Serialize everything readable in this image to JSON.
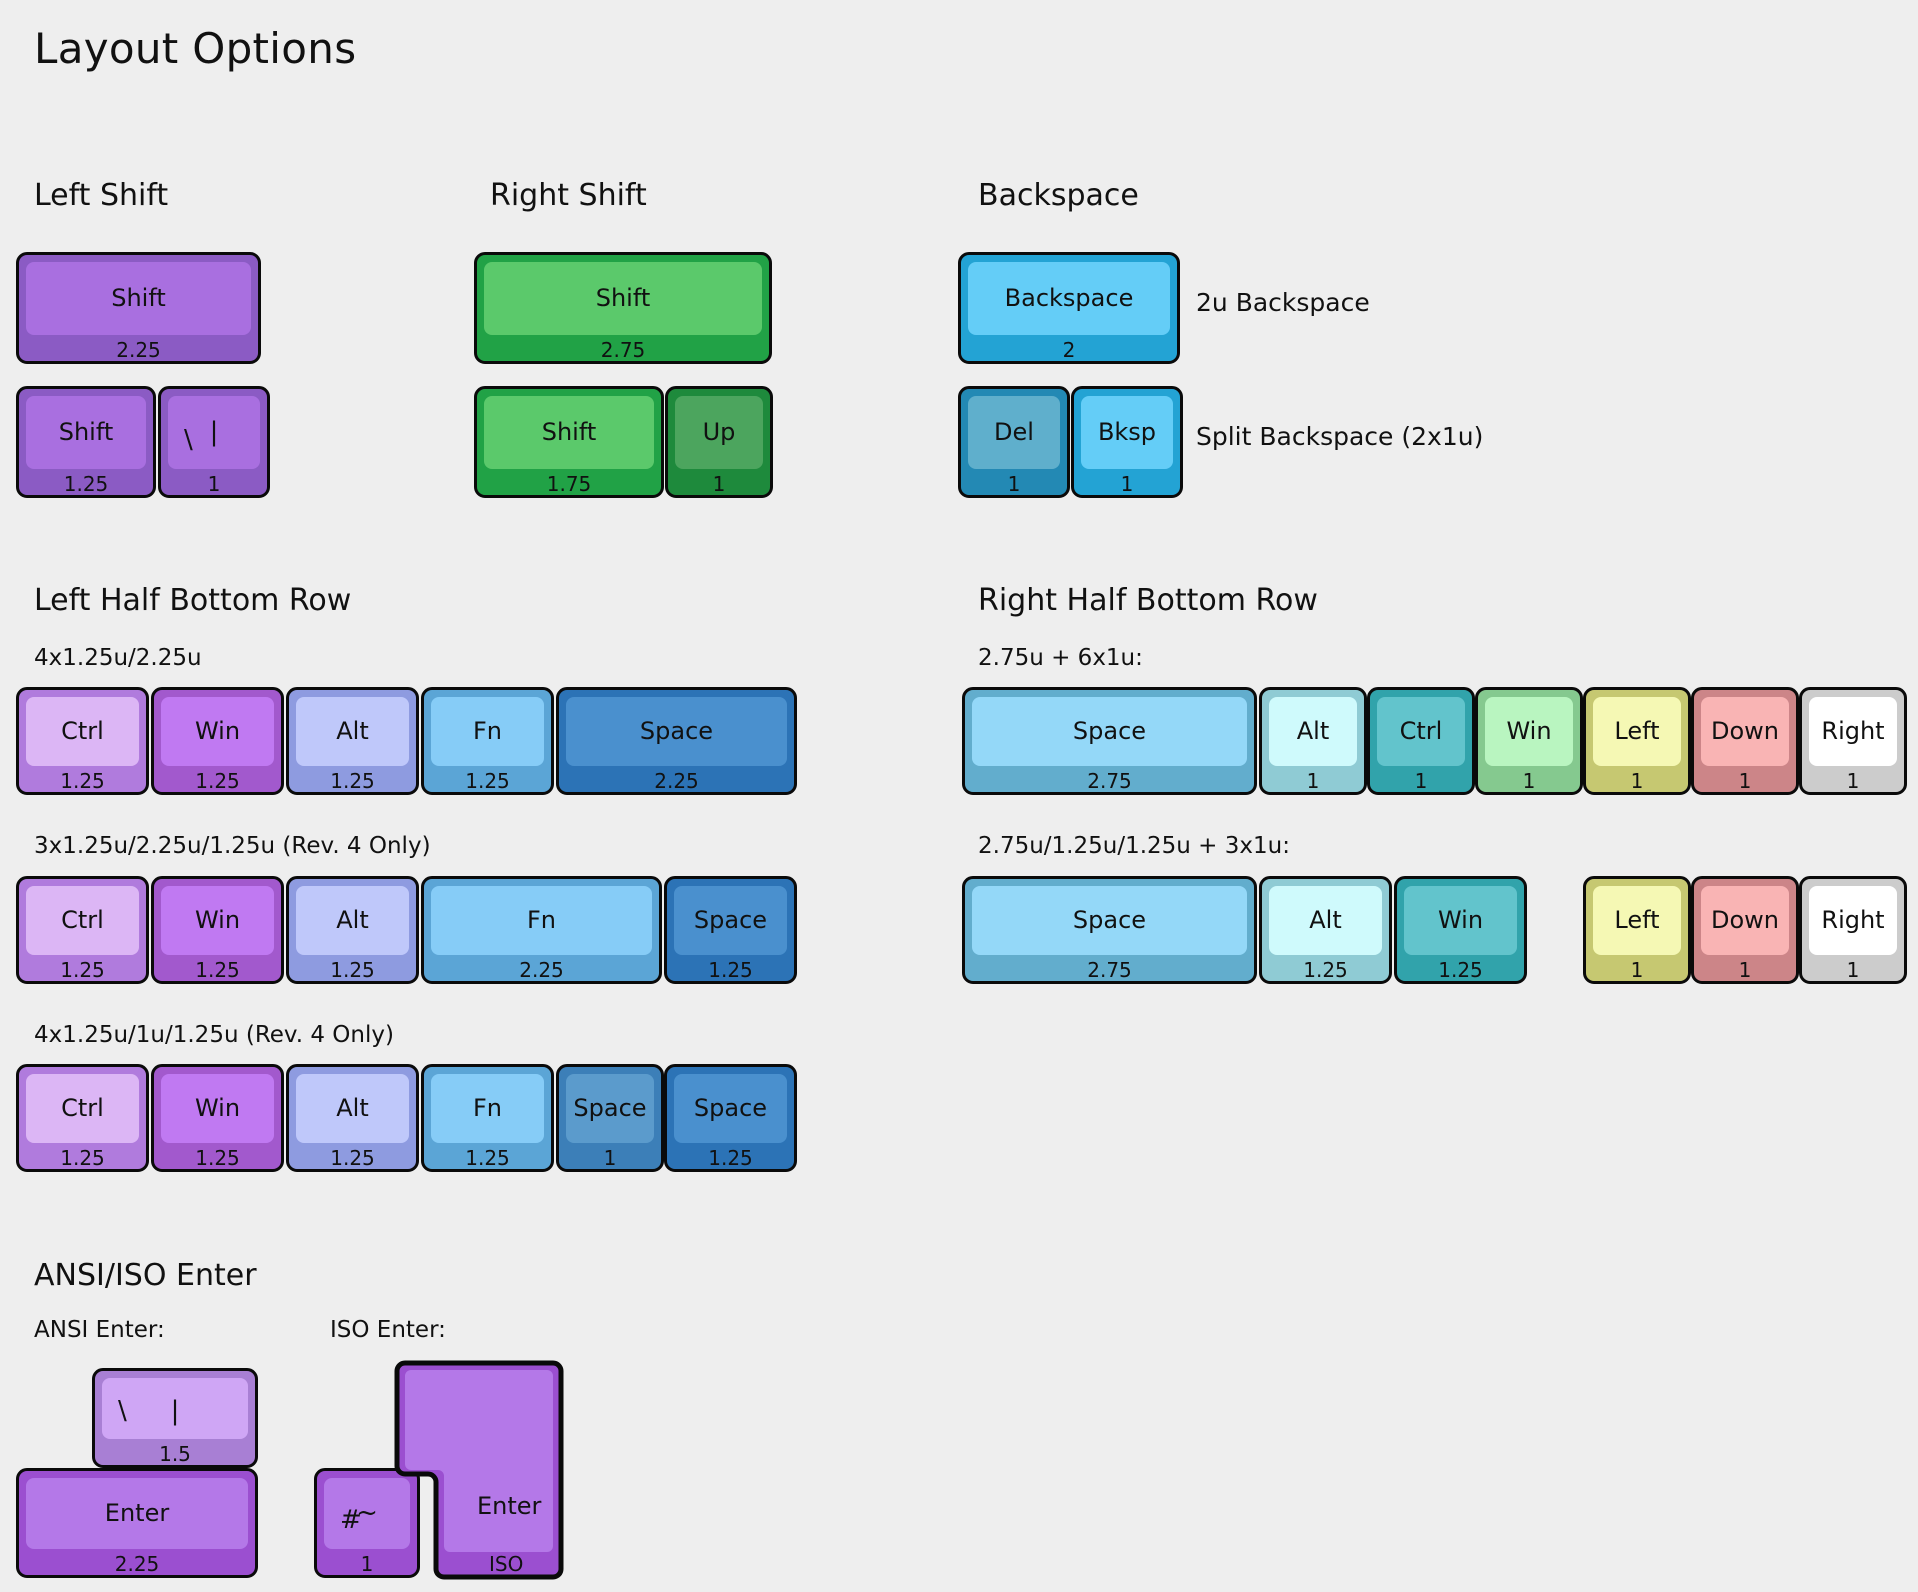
{
  "page": {
    "title": "Layout Options"
  },
  "sections": {
    "left_shift": {
      "title": "Left Shift",
      "row1": [
        {
          "legend": "Shift",
          "unit": "2.25",
          "outer": "#8B5BC4",
          "inner": "#A96FE0"
        }
      ],
      "row2": [
        {
          "legend": "Shift",
          "unit": "1.25",
          "outer": "#8B5BC4",
          "inner": "#A96FE0"
        },
        {
          "legend_top": "|",
          "legend_bottom": "\\",
          "unit": "1",
          "outer": "#8B5BC4",
          "inner": "#A96FE0"
        }
      ]
    },
    "right_shift": {
      "title": "Right Shift",
      "row1": [
        {
          "legend": "Shift",
          "unit": "2.75",
          "outer": "#21A246",
          "inner": "#5BC96B"
        }
      ],
      "row2": [
        {
          "legend": "Shift",
          "unit": "1.75",
          "outer": "#21A246",
          "inner": "#5BC96B"
        },
        {
          "legend": "Up",
          "unit": "1",
          "outer": "#1E8A3C",
          "inner": "#4CA55E"
        }
      ]
    },
    "backspace": {
      "title": "Backspace",
      "row1": {
        "keys": [
          {
            "legend": "Backspace",
            "unit": "2",
            "outer": "#23A3D4",
            "inner": "#64CDF7"
          }
        ],
        "caption": "2u Backspace"
      },
      "row2": {
        "keys": [
          {
            "legend": "Del",
            "unit": "1",
            "outer": "#2389B4",
            "inner": "#5FAFCC"
          },
          {
            "legend": "Bksp",
            "unit": "1",
            "outer": "#23A3D4",
            "inner": "#64CDF7"
          }
        ],
        "caption": "Split Backspace (2x1u)"
      }
    },
    "left_bottom_row": {
      "title": "Left Half Bottom Row",
      "variants": [
        {
          "label": "4x1.25u/2.25u",
          "keys": [
            {
              "legend": "Ctrl",
              "unit": "1.25",
              "outer": "#B07BDD",
              "inner": "#DCB6F5"
            },
            {
              "legend": "Win",
              "unit": "1.25",
              "outer": "#A259CD",
              "inner": "#C079F2"
            },
            {
              "legend": "Alt",
              "unit": "1.25",
              "outer": "#8E9BE0",
              "inner": "#BFC8FA"
            },
            {
              "legend": "Fn",
              "unit": "1.25",
              "outer": "#5BA5D6",
              "inner": "#86CCF7"
            },
            {
              "legend": "Space",
              "unit": "2.25",
              "outer": "#2C73B6",
              "inner": "#4A90CE"
            }
          ]
        },
        {
          "label": "3x1.25u/2.25u/1.25u (Rev. 4 Only)",
          "keys": [
            {
              "legend": "Ctrl",
              "unit": "1.25",
              "outer": "#B07BDD",
              "inner": "#DCB6F5"
            },
            {
              "legend": "Win",
              "unit": "1.25",
              "outer": "#A259CD",
              "inner": "#C079F2"
            },
            {
              "legend": "Alt",
              "unit": "1.25",
              "outer": "#8E9BE0",
              "inner": "#BFC8FA"
            },
            {
              "legend": "Fn",
              "unit": "2.25",
              "outer": "#5BA5D6",
              "inner": "#86CCF7"
            },
            {
              "legend": "Space",
              "unit": "1.25",
              "outer": "#2C73B6",
              "inner": "#4A90CE"
            }
          ]
        },
        {
          "label": "4x1.25u/1u/1.25u (Rev. 4 Only)",
          "keys": [
            {
              "legend": "Ctrl",
              "unit": "1.25",
              "outer": "#B07BDD",
              "inner": "#DCB6F5"
            },
            {
              "legend": "Win",
              "unit": "1.25",
              "outer": "#A259CD",
              "inner": "#C079F2"
            },
            {
              "legend": "Alt",
              "unit": "1.25",
              "outer": "#8E9BE0",
              "inner": "#BFC8FA"
            },
            {
              "legend": "Fn",
              "unit": "1.25",
              "outer": "#5BA5D6",
              "inner": "#86CCF7"
            },
            {
              "legend": "Space",
              "unit": "1",
              "outer": "#3C7FB8",
              "inner": "#5B9BCC"
            },
            {
              "legend": "Space",
              "unit": "1.25",
              "outer": "#2C73B6",
              "inner": "#4A90CE"
            }
          ]
        }
      ]
    },
    "right_bottom_row": {
      "title": "Right Half Bottom Row",
      "variants": [
        {
          "label": "2.75u + 6x1u:",
          "groups": [
            {
              "keys": [
                {
                  "legend": "Space",
                  "unit": "2.75",
                  "outer": "#62ADCD",
                  "inner": "#94D8F8"
                },
                {
                  "legend": "Alt",
                  "unit": "1",
                  "outer": "#8FCBD4",
                  "inner": "#CFFAFC"
                },
                {
                  "legend": "Ctrl",
                  "unit": "1",
                  "outer": "#31A3AB",
                  "inner": "#62C4CC"
                },
                {
                  "legend": "Win",
                  "unit": "1",
                  "outer": "#85C98F",
                  "inner": "#B9F5C0"
                },
                {
                  "legend": "Left",
                  "unit": "1",
                  "outer": "#C6C871",
                  "inner": "#F5F8B4"
                },
                {
                  "legend": "Down",
                  "unit": "1",
                  "outer": "#CC8588",
                  "inner": "#F9B4B4"
                },
                {
                  "legend": "Right",
                  "unit": "1",
                  "outer": "#CCCCCC",
                  "inner": "#FFFFFF"
                }
              ]
            }
          ]
        },
        {
          "label": "2.75u/1.25u/1.25u + 3x1u:",
          "groups": [
            {
              "keys": [
                {
                  "legend": "Space",
                  "unit": "2.75",
                  "outer": "#62ADCD",
                  "inner": "#94D8F8"
                },
                {
                  "legend": "Alt",
                  "unit": "1.25",
                  "outer": "#8FCBD4",
                  "inner": "#CFFAFC"
                },
                {
                  "legend": "Win",
                  "unit": "1.25",
                  "outer": "#31A3AB",
                  "inner": "#62C4CC"
                }
              ]
            },
            {
              "keys": [
                {
                  "legend": "Left",
                  "unit": "1",
                  "outer": "#C6C871",
                  "inner": "#F5F8B4"
                },
                {
                  "legend": "Down",
                  "unit": "1",
                  "outer": "#CC8588",
                  "inner": "#F9B4B4"
                },
                {
                  "legend": "Right",
                  "unit": "1",
                  "outer": "#CCCCCC",
                  "inner": "#FFFFFF"
                }
              ]
            }
          ]
        }
      ]
    },
    "enter": {
      "title": "ANSI/ISO Enter",
      "ansi": {
        "label": "ANSI Enter:",
        "backslash_key": {
          "legend_top": "|",
          "legend_bottom": "\\",
          "unit": "1.5",
          "outer": "#A87FD4",
          "inner": "#CFA6F5"
        },
        "enter_key": {
          "legend": "Enter",
          "unit": "2.25",
          "outer": "#9B4FD0",
          "inner": "#B478E8"
        }
      },
      "iso": {
        "label": "ISO Enter:",
        "hash_key": {
          "legend_top": "~",
          "legend_bottom": "#",
          "unit": "1",
          "outer": "#9B4FD0",
          "inner": "#B478E8"
        },
        "enter_key": {
          "legend": "Enter",
          "unit": "ISO",
          "outer": "#9B4FD0",
          "inner": "#B478E8"
        }
      }
    }
  }
}
